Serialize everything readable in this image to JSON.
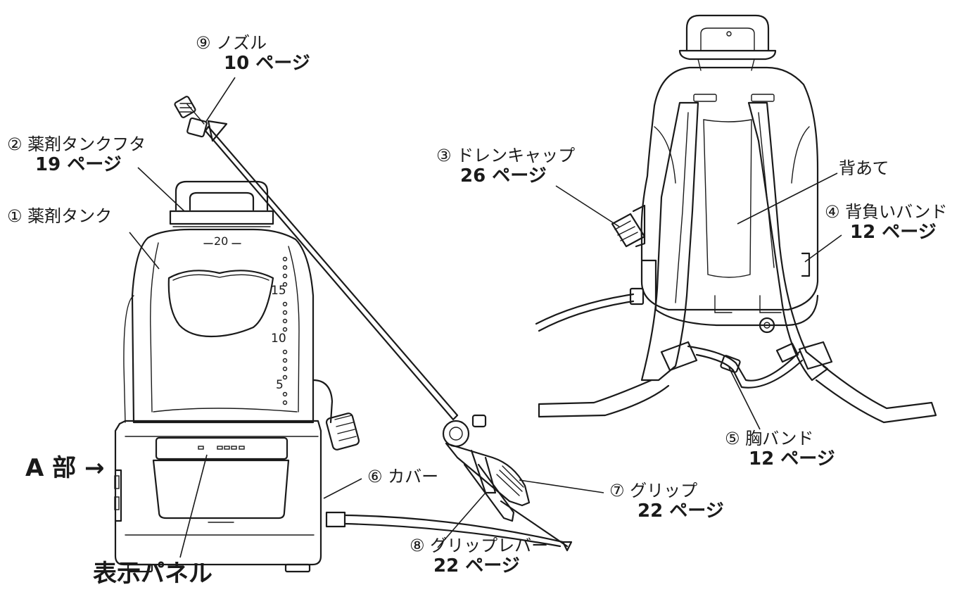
{
  "labels": {
    "nozzle": {
      "name": "⑨ ノズル",
      "page": "10 ページ"
    },
    "tank_cap": {
      "name": "② 薬剤タンクフタ",
      "page": "19 ページ"
    },
    "tank": {
      "name": "① 薬剤タンク"
    },
    "part_a": {
      "name": "A 部 →"
    },
    "display_panel": {
      "name": "表示パネル"
    },
    "cover": {
      "name": "⑥ カバー"
    },
    "grip": {
      "name": "⑦ グリップ",
      "page": "22 ページ"
    },
    "grip_lever": {
      "name": "⑧ グリップレバー",
      "page": "22 ページ"
    },
    "drain_cap": {
      "name": "③ ドレンキャップ",
      "page": "26 ページ"
    },
    "back_pad": {
      "name": "背あて"
    },
    "shoulder_band": {
      "name": "④ 背負いバンド",
      "page": "12 ページ"
    },
    "chest_band": {
      "name": "⑤ 胸バンド",
      "page": "12 ページ"
    }
  },
  "tank_markings": {
    "capacity": "20",
    "scale": [
      "15",
      "10",
      "5"
    ]
  }
}
